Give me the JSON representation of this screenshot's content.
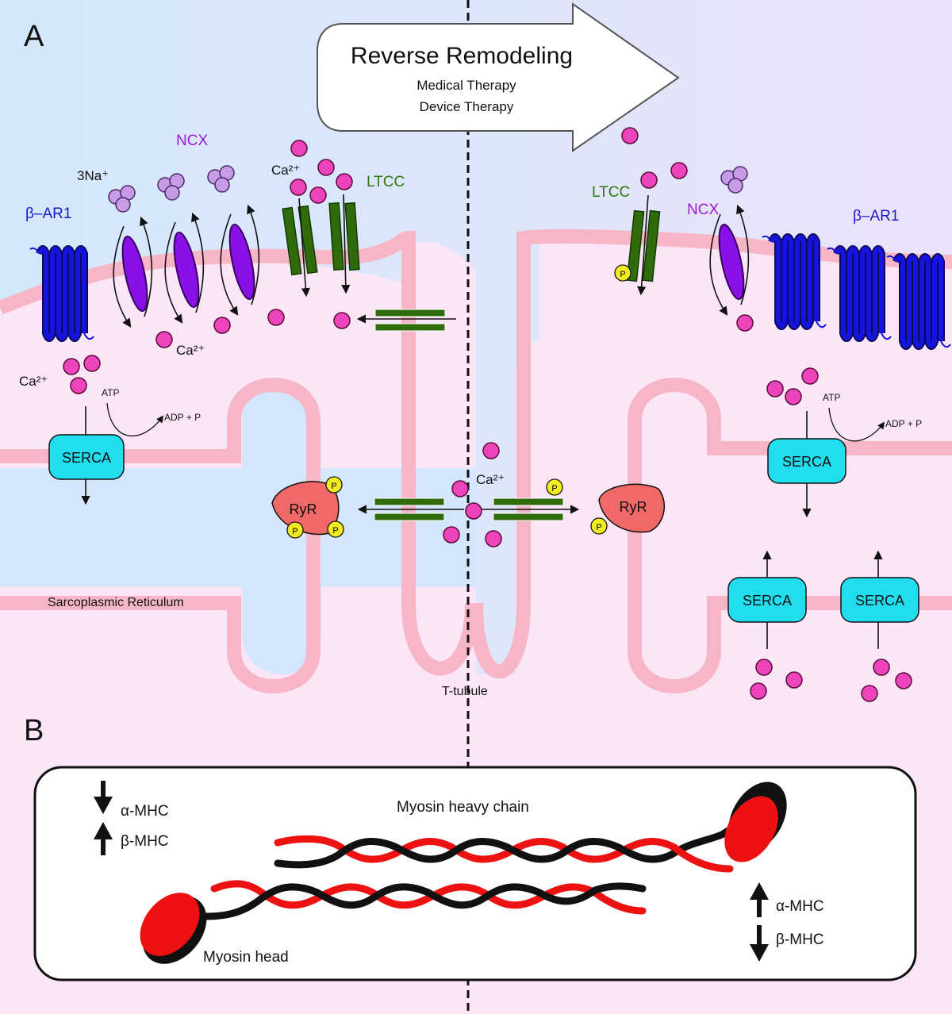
{
  "panels": {
    "a_letter": "A",
    "b_letter": "B"
  },
  "arrow_banner": {
    "title": "Reverse Remodeling",
    "line1": "Medical Therapy",
    "line2": "Device Therapy"
  },
  "labels": {
    "bar1_left": "β–AR1",
    "bar1_right": "β–AR1",
    "ncx_left": "NCX",
    "ncx_right": "NCX",
    "ltcc_left": "LTCC",
    "ltcc_right": "LTCC",
    "na": "3Na⁺",
    "ca_top": "Ca²⁺",
    "ca_ncx": "Ca²⁺",
    "ca_serca": "Ca²⁺",
    "ca_center": "Ca²⁺",
    "atp_left": "ATP",
    "adp_left": "ADP + P",
    "atp_right": "ATP",
    "adp_right": "ADP + P",
    "serca": "SERCA",
    "ryr": "RyR",
    "phospho": "P",
    "sr": "Sarcoplasmic Reticulum",
    "ttubule": "T-tubule"
  },
  "panel_b": {
    "title": "Myosin heavy chain",
    "head": "Myosin head",
    "left_alpha": "α-MHC",
    "left_beta": "β-MHC",
    "right_alpha": "α-MHC",
    "right_beta": "β-MHC",
    "left_alpha_direction": "down",
    "left_beta_direction": "up",
    "right_alpha_direction": "up",
    "right_beta_direction": "down"
  },
  "colors": {
    "left_bg": "#d6e8fb",
    "right_bg": "#e8e4fa",
    "cytosol": "#fbe6f6",
    "membrane": "#f6b6c6",
    "calcium": "#ee44bb",
    "sodium": "#c79be6",
    "ncx": "#8c12e6",
    "ltcc": "#2f6b0b",
    "bar1": "#1010d0",
    "serca": "#22ddee",
    "ryr": "#f06868",
    "phospho": "#f4ec22",
    "myosin_red": "#ee1111",
    "myosin_black": "#111111"
  }
}
